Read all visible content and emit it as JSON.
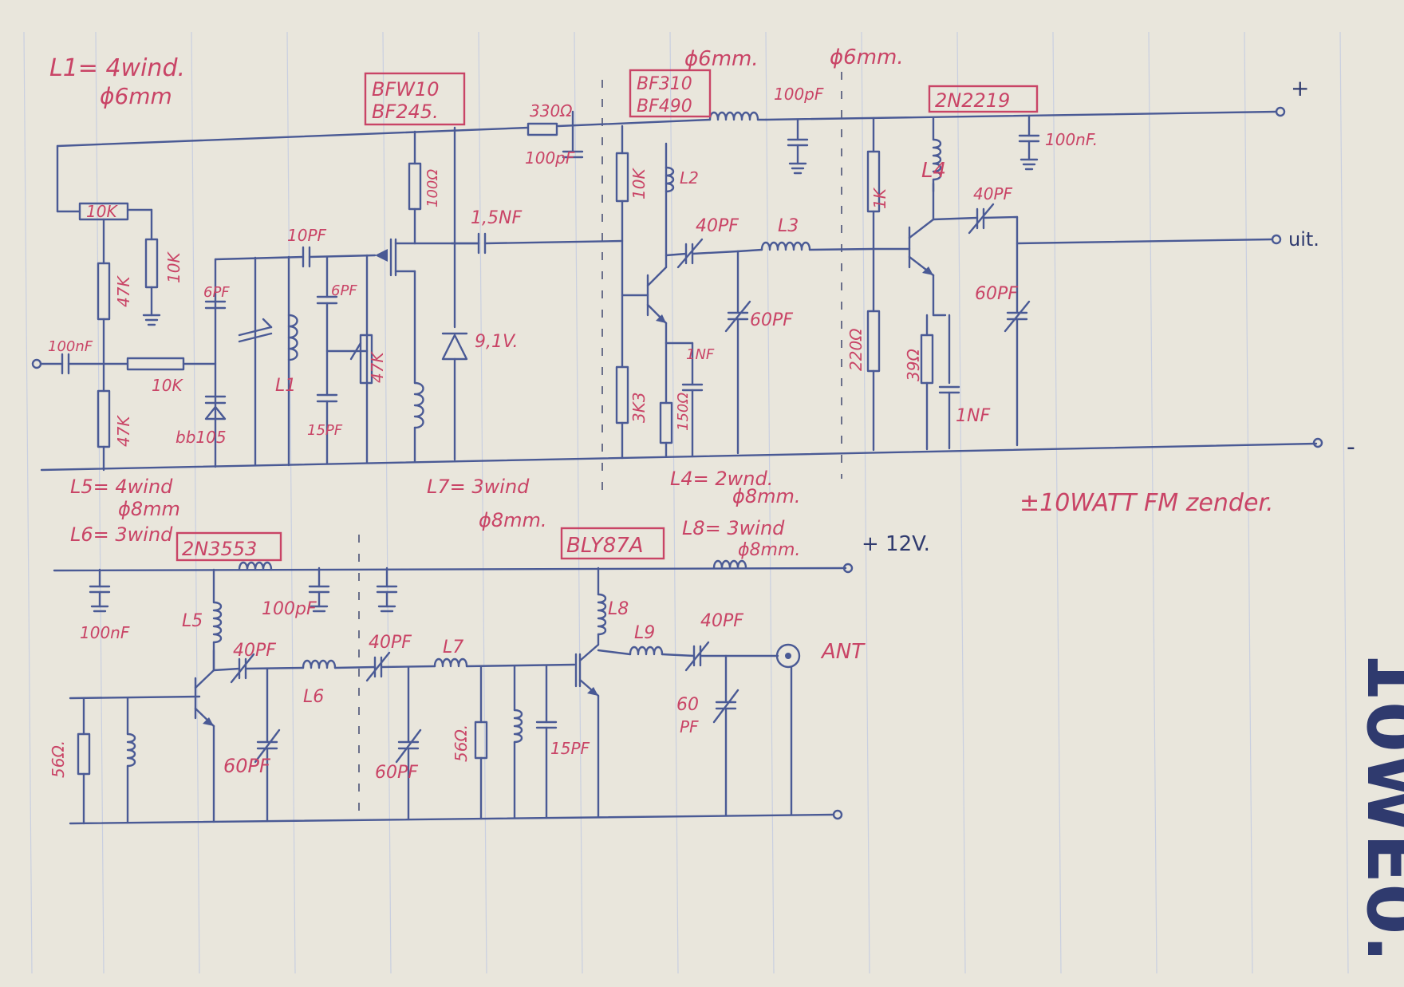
{
  "notes": {
    "l1": "L1= 4wind.",
    "l1_dia": "ϕ6mm",
    "d6a": "ϕ6mm.",
    "d6b": "ϕ6mm.",
    "l5": "L5= 4wind",
    "l5_dia": "ϕ8mm",
    "l6": "L6= 3wind",
    "l7": "L7= 3wind",
    "l7_dia": "ϕ8mm.",
    "l4g": "L4= 2wnd.",
    "l4g_dia": "ϕ8mm.",
    "l8": "L8= 3wind",
    "l8_dia": "ϕ8mm.",
    "plus12": "+ 12V.",
    "title": "±10WATT FM zender.",
    "signature": "10WE0."
  },
  "transistors": {
    "q1a": "BFW10",
    "q1b": "BF245.",
    "q2a": "BF310",
    "q2b": "BF490",
    "q3": "2N2219",
    "q4": "2N3553",
    "q5": "BLY87A"
  },
  "labels": {
    "r330": "330Ω",
    "c100p_a": "100pF",
    "c100p_b": "100pF",
    "c100n_a": "100nF.",
    "c100n_in": "100nF",
    "c100n_b": "100nF",
    "c100p_c": "100pF",
    "pot10k": "10K",
    "r47k_a": "47K",
    "r10k_a": "10K",
    "r10k_b": "10K",
    "r47k_b": "47K",
    "c10p": "10PF",
    "c6p_a": "6PF",
    "c6p_b": "6PF",
    "c15p_a": "15PF",
    "c15p_b": "15PF",
    "pot47k": "47K",
    "diode": "bb105",
    "l1": "L1",
    "r100": "100Ω",
    "zener": "9,1V.",
    "c15n": "1,5NF",
    "r10k_c": "10K",
    "l2": "L2",
    "r3k3": "3K3",
    "c1nf_a": "1NF",
    "r150": "150Ω",
    "c40p_a": "40PF",
    "c60p_a": "60PF",
    "l3": "L3",
    "r1k": "1K",
    "r220": "220Ω",
    "r39": "39Ω",
    "c1nf_b": "1NF",
    "l4": "L4",
    "c40p_b": "40PF",
    "c60p_b": "60PF",
    "uit": "uit.",
    "plus": "+",
    "minus": "-",
    "l5": "L5",
    "c40p_c": "40PF",
    "c60p_c": "60PF",
    "l6": "L6",
    "c40p_d": "40PF",
    "l7": "L7",
    "c60p_d": "60PF",
    "r56_a": "56Ω.",
    "r56_b": "56Ω.",
    "l8": "L8",
    "l9": "L9",
    "c40p_e": "40PF",
    "c60p_e": "60",
    "c60p_e2": "PF",
    "ant": "ANT"
  },
  "colors": {
    "paper": "#e9e6dc",
    "ink_blue": "#4a5a95",
    "ink_red": "#c94466"
  }
}
